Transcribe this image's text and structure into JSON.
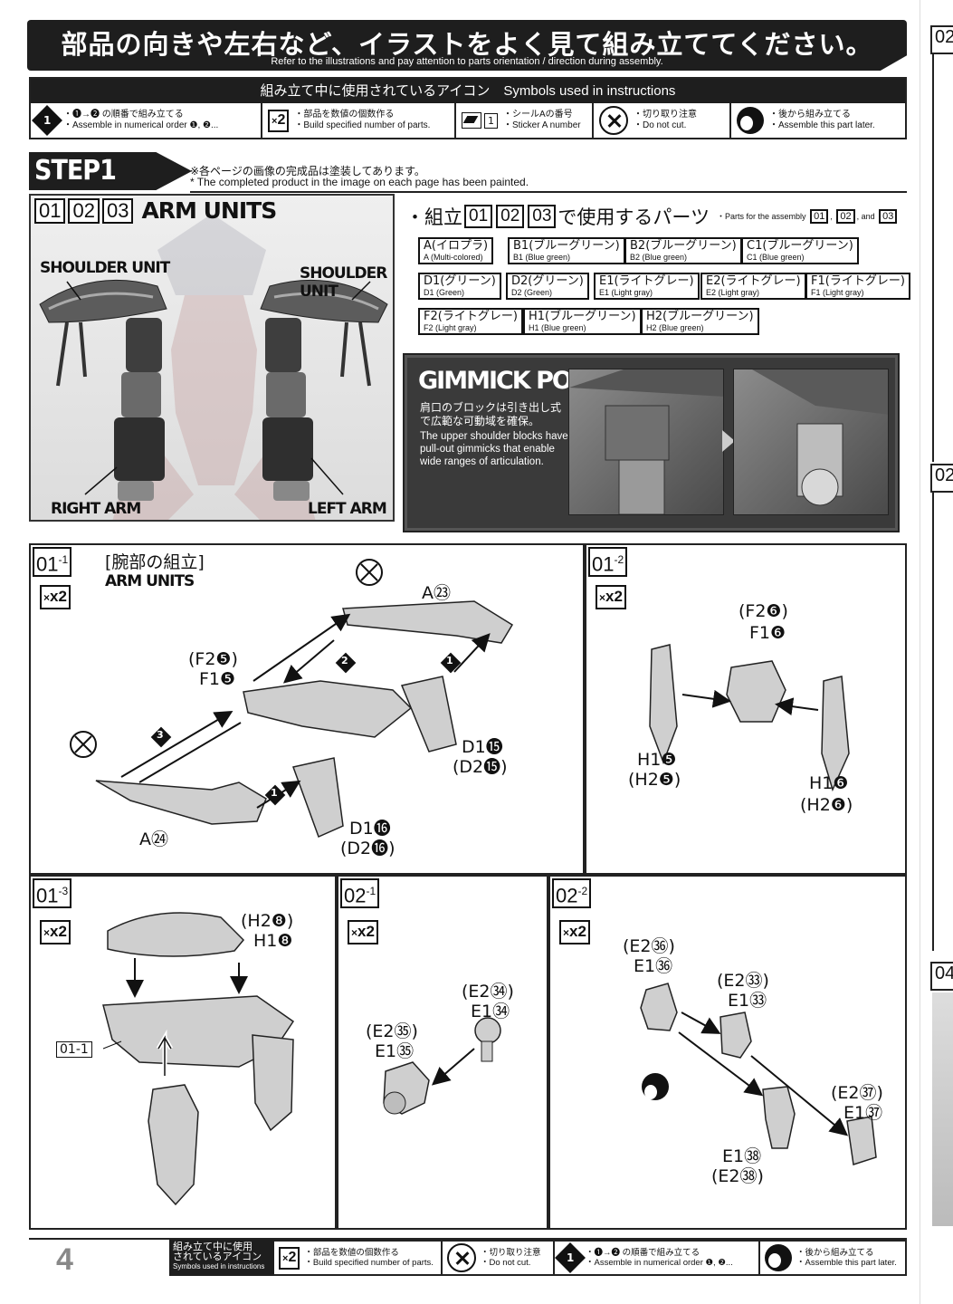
{
  "header": {
    "title_jp": "部品の向きや左右など、イラストをよく見て組み立ててください。",
    "title_en": "Refer to the illustrations and pay attention to parts orientation / direction during assembly."
  },
  "symbols": {
    "heading": "組み立て中に使用されているアイコン　Symbols used in instructions",
    "order": {
      "icon": "number-diamond-icon",
      "jp": "・❶→❷ の順番で組み立てる",
      "en": "・Assemble in numerical order ❶, ❷..."
    },
    "count": {
      "icon": "x2-icon",
      "jp": "・部品を数値の個数作る",
      "en": "・Build specified number of parts."
    },
    "sticker": {
      "icon": "sticker-icon",
      "box": "1",
      "jp": "・シールAの番号",
      "en": "・Sticker A number"
    },
    "nocut": {
      "icon": "do-not-cut-icon",
      "jp": "・切り取り注意",
      "en": "・Do not cut."
    },
    "later": {
      "icon": "assemble-later-icon",
      "jp": "・後から組み立てる",
      "en": "・Assemble this part later."
    }
  },
  "step": {
    "label": "STEP1",
    "note_jp": "※各ページの画像の完成品は塗装してあります。",
    "note_en": "* The completed product in the image on each page has been painted."
  },
  "arm_panel": {
    "numbers": [
      "01",
      "02",
      "03"
    ],
    "title": "ARM UNITS",
    "shoulder_left": "SHOULDER UNIT",
    "shoulder_right": "SHOULDER UNIT",
    "right_arm": "RIGHT ARM",
    "left_arm": "LEFT ARM"
  },
  "parts": {
    "prefix": "・組立",
    "numbers": [
      "01",
      "02",
      "03"
    ],
    "suffix": "で使用するパーツ",
    "sub_prefix": "・Parts for the assembly",
    "sub_and": ", and",
    "items": [
      {
        "jp": "A(イロプラ)",
        "en": "A (Multi-colored)"
      },
      {
        "jp": "B1(ブルーグリーン)",
        "en": "B1 (Blue green)"
      },
      {
        "jp": "B2(ブルーグリーン)",
        "en": "B2 (Blue green)"
      },
      {
        "jp": "C1(ブルーグリーン)",
        "en": "C1 (Blue green)"
      },
      {
        "jp": "D1(グリーン)",
        "en": "D1 (Green)"
      },
      {
        "jp": "D2(グリーン)",
        "en": "D2 (Green)"
      },
      {
        "jp": "E1(ライトグレー)",
        "en": "E1 (Light gray)"
      },
      {
        "jp": "E2(ライトグレー)",
        "en": "E2 (Light gray)"
      },
      {
        "jp": "F1(ライトグレー)",
        "en": "F1 (Light gray)"
      },
      {
        "jp": "F2(ライトグレー)",
        "en": "F2 (Light gray)"
      },
      {
        "jp": "H1(ブルーグリーン)",
        "en": "H1 (Blue green)"
      },
      {
        "jp": "H2(ブルーグリーン)",
        "en": "H2 (Blue green)"
      }
    ]
  },
  "gimmick": {
    "title": "GIMMICK POINT",
    "jp": "肩口のブロックは引き出し式で広範な可動域を確保。",
    "en": "The upper shoulder blocks have pull-out gimmicks that enable wide ranges of articulation."
  },
  "sections": {
    "s011": {
      "label": "01",
      "sub": "-1",
      "x2": "x2",
      "title_jp": "[腕部の組立]",
      "title_en": "ARM UNITS",
      "a23": "A㉓",
      "f2_5": "(F2❺)",
      "f1_5": "F1❺",
      "d1_15": "D1⓯",
      "d2_15": "(D2⓯)",
      "d1_16": "D1⓰",
      "d2_16": "(D2⓰)",
      "a24": "A㉔",
      "step1": "1",
      "step2": "2",
      "step3": "3"
    },
    "s012": {
      "label": "01",
      "sub": "-2",
      "x2": "x2",
      "f2_6": "(F2❻)",
      "f1_6": "F1❻",
      "h1_5": "H1❺",
      "h2_5": "(H2❺)",
      "h1_6": "H1❻",
      "h2_6": "(H2❻)"
    },
    "s013": {
      "label": "01",
      "sub": "-3",
      "x2": "x2",
      "h2_8": "(H2❽)",
      "h1_8": "H1❽",
      "ref": "01-1"
    },
    "s021": {
      "label": "02",
      "sub": "-1",
      "x2": "x2",
      "e2_34": "(E2㉞)",
      "e1_34": "E1㉞",
      "e2_35": "(E2㉟)",
      "e1_35": "E1㉟"
    },
    "s022": {
      "label": "02",
      "sub": "-2",
      "x2": "x2",
      "e2_36": "(E2㊱)",
      "e1_36": "E1㊱",
      "e2_33": "(E2㉝)",
      "e1_33": "E1㉝",
      "e2_37": "(E2㊲)",
      "e1_37": "E1㊲",
      "e1_38": "E1㊳",
      "e2_38": "(E2㊳)"
    }
  },
  "footer": {
    "page": "4",
    "head_jp1": "組み立て中に使用",
    "head_jp2": "されているアイコン",
    "head_en": "Symbols used in instructions"
  },
  "right_strip": {
    "tab1": "02",
    "tab2": "02",
    "tab3": "04"
  }
}
